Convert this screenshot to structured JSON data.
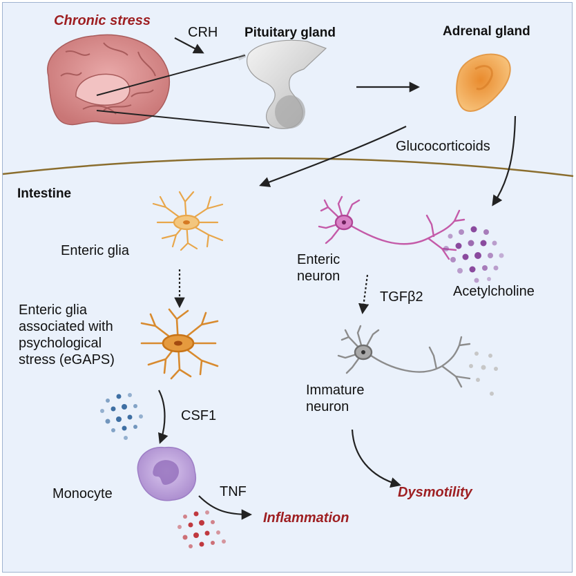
{
  "labels": {
    "chronic_stress": "Chronic stress",
    "crh": "CRH",
    "pituitary_gland": "Pituitary gland",
    "adrenal_gland": "Adrenal gland",
    "glucocorticoids": "Glucocorticoids",
    "intestine": "Intestine",
    "enteric_glia": "Enteric glia",
    "egaps_lines": [
      "Enteric glia",
      "associated with",
      "psychological",
      "stress (eGAPS)"
    ],
    "csf1": "CSF1",
    "monocyte": "Monocyte",
    "tnf": "TNF",
    "inflammation": "Inflammation",
    "enteric_neuron_lines": [
      "Enteric",
      "neuron"
    ],
    "tgfb2": "TGFβ2",
    "acetylcholine": "Acetylcholine",
    "immature_neuron_lines": [
      "Immature",
      "neuron"
    ],
    "dysmotility": "Dysmotility"
  },
  "colors": {
    "background": "#eaf1fb",
    "border": "#9fb2cf",
    "outcome_red": "#9e1f22",
    "gut_boundary": "#8a6d2d",
    "brain": "#d98e8e",
    "adrenal": "#f0a04b",
    "glia": "#e8a64a",
    "egaps": "#d88a2e",
    "enteric_neuron": "#c45aa8",
    "immature_neuron": "#8c8c8c",
    "monocyte": "#b89ad6",
    "csf1_dots": "#3e6fa3",
    "tnf_dots": "#c0393f",
    "acetylcholine_dots": "#8a4a9e"
  },
  "icons": [
    "brain-icon",
    "pituitary-icon",
    "adrenal-gland-icon",
    "enteric-glia-icon",
    "egaps-glia-icon",
    "enteric-neuron-icon",
    "immature-neuron-icon",
    "monocyte-icon",
    "csf1-dots-icon",
    "tnf-dots-icon",
    "acetylcholine-dots-icon"
  ]
}
